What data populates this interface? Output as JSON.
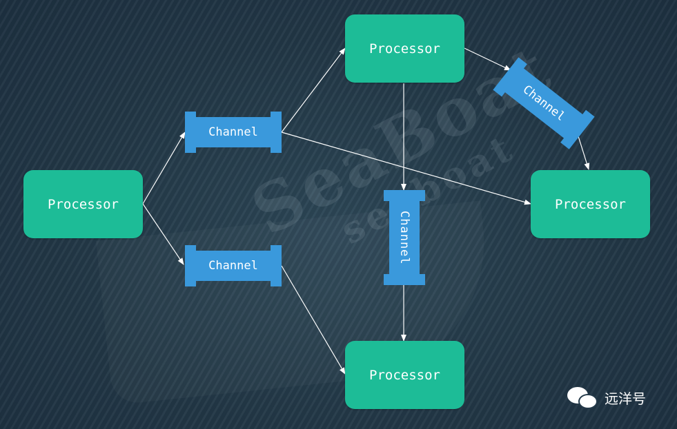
{
  "diagram": {
    "processors": [
      {
        "id": "p-left",
        "label": "Processor"
      },
      {
        "id": "p-top",
        "label": "Processor"
      },
      {
        "id": "p-right",
        "label": "Processor"
      },
      {
        "id": "p-bottom",
        "label": "Processor"
      }
    ],
    "channels": [
      {
        "id": "c-upper",
        "label": "Channel"
      },
      {
        "id": "c-lower",
        "label": "Channel"
      },
      {
        "id": "c-vertical",
        "label": "Channel"
      },
      {
        "id": "c-diagonal",
        "label": "Channel"
      }
    ],
    "edges": [
      {
        "from": "p-left",
        "to": "c-upper"
      },
      {
        "from": "p-left",
        "to": "c-lower"
      },
      {
        "from": "c-upper",
        "to": "p-top"
      },
      {
        "from": "c-upper",
        "to": "p-right"
      },
      {
        "from": "c-lower",
        "to": "p-bottom"
      },
      {
        "from": "p-top",
        "to": "c-vertical"
      },
      {
        "from": "c-vertical",
        "to": "p-bottom"
      },
      {
        "from": "p-top",
        "to": "c-diagonal"
      },
      {
        "from": "c-diagonal",
        "to": "p-right"
      }
    ]
  },
  "watermark": {
    "line1": "SeaBoat",
    "line2": "seaboat"
  },
  "brand": {
    "name": "远洋号",
    "icon": "wechat-icon"
  },
  "colors": {
    "processor": "#1dbc97",
    "channel": "#3a99dc",
    "background": "#243a4a",
    "arrow": "#ffffff"
  }
}
